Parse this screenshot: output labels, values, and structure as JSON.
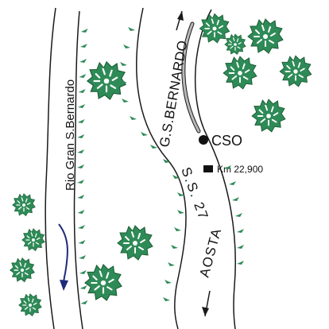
{
  "colors": {
    "line": "#1a1a1a",
    "road_fill": "#b8b8b8",
    "tree_green": "#2e8b57",
    "tree_dark": "#1a5c34",
    "arrow_blue": "#1f2a7a",
    "marker": "#111111"
  },
  "labels": {
    "river": "Rio Gran S.Bernardo",
    "road_name": "G.S.BERNARDO",
    "road_number": "S.S. 27",
    "destination": "AOSTA",
    "station": "CSO",
    "km_marker": "Km 22,900"
  },
  "icons": {
    "flow_arrow": "river-flow-arrow-icon",
    "direction_arrow": "road-direction-arrow-icon",
    "tree": "tree-icon",
    "bank_tick": "embankment-tick-icon"
  }
}
